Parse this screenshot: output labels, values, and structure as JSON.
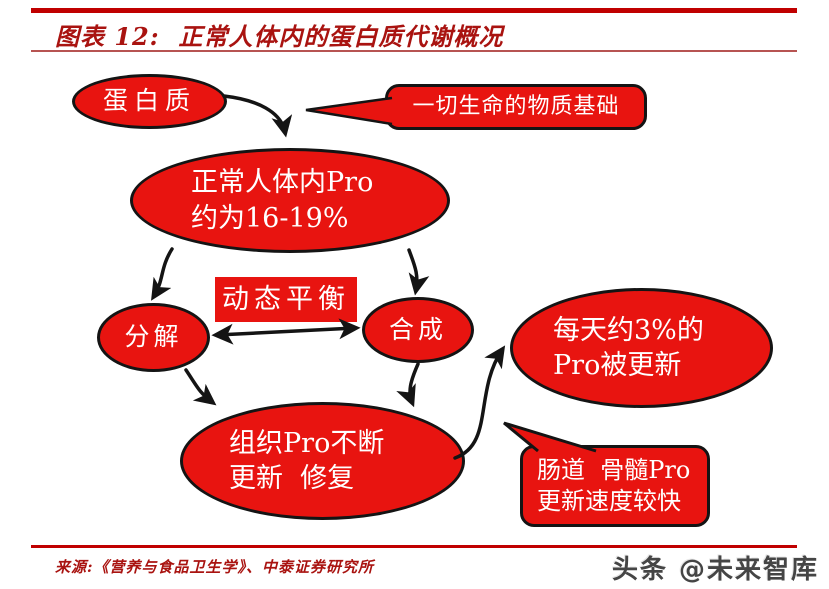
{
  "header": {
    "title": "图表 12:  正常人体内的蛋白质代谢概况"
  },
  "footer": {
    "source": "来源:《营养与食品卫生学》、中泰证券研究所",
    "watermark": "头条 @未来智库"
  },
  "colors": {
    "shape_fill_red": "#e81410",
    "title_red": "#a91310",
    "rule_red": "#c00000",
    "outline_black": "#141414",
    "shape_text": "#ffffff"
  },
  "diagram": {
    "nodes": {
      "protein": {
        "label": "蛋白质"
      },
      "basis": {
        "label": "一切生命的物质基础"
      },
      "body_pro": {
        "line1": "正常人体内Pro",
        "line2": "约为16-19%"
      },
      "balance": {
        "label": "动态平衡"
      },
      "decompose": {
        "label": "分解"
      },
      "synthesize": {
        "label": "合成"
      },
      "tissue": {
        "line1": "组织Pro不断",
        "line2": "更新  修复"
      },
      "renewal": {
        "line1": "每天约3%的",
        "line2": "Pro被更新"
      },
      "fast": {
        "line1": "肠道  骨髓Pro",
        "line2": "更新速度较快"
      }
    },
    "edges": [
      "蛋白质 → 正常人体内Pro约为16-19%",
      "正常人体内Pro → 分解",
      "正常人体内Pro → 合成",
      "分解 ↔ 合成 (动态平衡)",
      "分解 → 组织Pro不断更新修复",
      "合成 → 组织Pro不断更新修复",
      "组织Pro不断更新修复 → 每天约3%的Pro被更新"
    ]
  }
}
